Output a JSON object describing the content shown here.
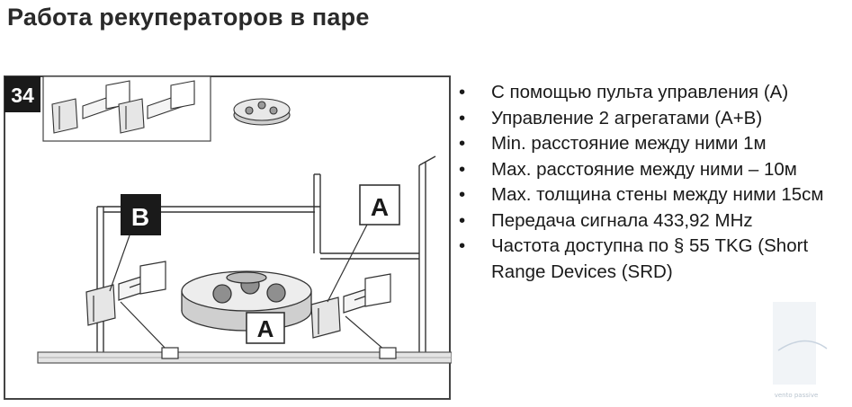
{
  "slide": {
    "title": "Работа рекуператоров в паре"
  },
  "figure": {
    "number": "34",
    "label_b": "B",
    "label_a_wall": "A",
    "label_a_remote": "A"
  },
  "bullets": [
    "С помощью пульта управления (A)",
    "Управление 2 агрегатами (A+B)",
    "Min. расстояние между ними 1м",
    "Max. расстояние между ними – 10м",
    "Max. толщина стены между ними 15см",
    "Передача сигнала 433,92 MHz",
    "Частота доступна по § 55  TKG (Short Range Devices (SRD)"
  ],
  "watermark": {
    "text": "vento passive"
  },
  "colors": {
    "title": "#2a2a2a",
    "text": "#1a1a1a",
    "frame": "#444444",
    "number_badge": "#1a1a1a",
    "wall_gray": "#bfbfbf"
  }
}
